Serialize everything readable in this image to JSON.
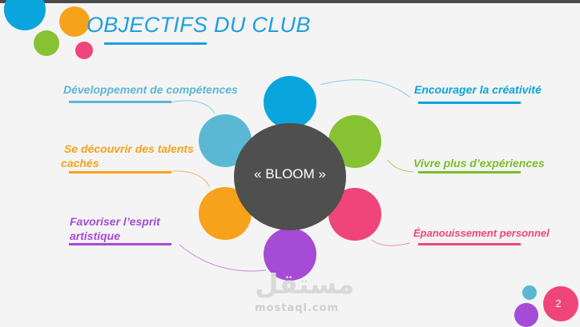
{
  "slide": {
    "title": "OBJECTIFS DU CLUB",
    "center_label": "« BLOOM »",
    "page_number": "2",
    "watermark": {
      "arabic": "مستقل",
      "latin": "mostaql.com"
    }
  },
  "objectives": {
    "left": [
      {
        "text": "Développement de compétences",
        "color": "#5bb8d4"
      },
      {
        "text": "Se découvrir des talents cachés",
        "color": "#f6a21a"
      },
      {
        "text": "Favoriser l’esprit artistique",
        "color": "#a64bd6"
      }
    ],
    "right": [
      {
        "text": "Encourager la créativité",
        "color": "#0aa5dd"
      },
      {
        "text": "Vivre plus d’expériences",
        "color": "#7bbd2a"
      },
      {
        "text": "Épanouissement personnel",
        "color": "#f0457a"
      }
    ]
  },
  "colors": {
    "title": "#1b9fe0",
    "center": "#4f4f4f",
    "blue": "#0aa5dd",
    "light_blue": "#5bb8d4",
    "green": "#86c232",
    "orange": "#f6a21a",
    "pink": "#f0457a",
    "purple": "#a64bd6"
  }
}
